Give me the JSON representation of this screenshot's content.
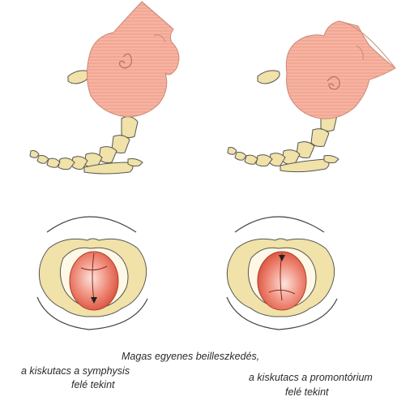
{
  "caption": {
    "title": "Magas egyenes beilleszkedés,",
    "left_line1": "a kiskutacs a symphysis",
    "left_line2": "felé tekint",
    "right_line1": "a kiskutacs a promontórium",
    "right_line2": "felé tekint"
  },
  "colors": {
    "head_fill": "#f4a996",
    "head_stroke": "#c98a78",
    "bone_fill": "#f0e2a8",
    "bone_stroke": "#555555",
    "skull_fill": "#e8685a"
  }
}
